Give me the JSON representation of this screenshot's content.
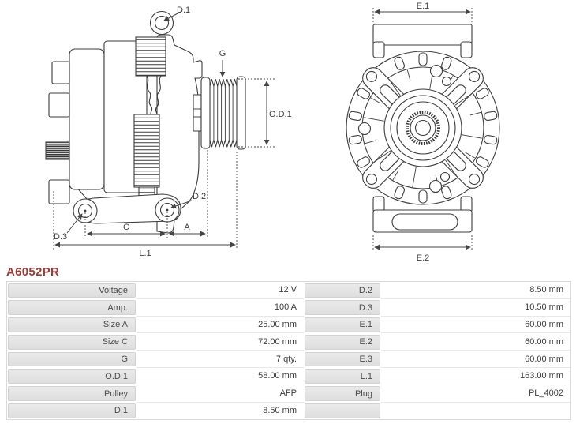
{
  "part_number": "A6052PR",
  "diagram": {
    "side_view_labels": {
      "d1": "D.1",
      "g": "G",
      "od1": "O.D.1",
      "d2": "D.2",
      "d3": "D.3",
      "c": "C",
      "a": "A",
      "l1": "L.1"
    },
    "front_view_labels": {
      "e1": "E.1",
      "e2": "E.2"
    }
  },
  "table": {
    "rows": [
      {
        "l1": "Voltage",
        "v1": "12 V",
        "l2": "D.2",
        "v2": "8.50 mm"
      },
      {
        "l1": "Amp.",
        "v1": "100 A",
        "l2": "D.3",
        "v2": "10.50 mm"
      },
      {
        "l1": "Size A",
        "v1": "25.00 mm",
        "l2": "E.1",
        "v2": "60.00 mm"
      },
      {
        "l1": "Size C",
        "v1": "72.00 mm",
        "l2": "E.2",
        "v2": "60.00 mm"
      },
      {
        "l1": "G",
        "v1": "7 qty.",
        "l2": "E.3",
        "v2": "60.00 mm"
      },
      {
        "l1": "O.D.1",
        "v1": "58.00 mm",
        "l2": "L.1",
        "v2": "163.00 mm"
      },
      {
        "l1": "Pulley",
        "v1": "AFP",
        "l2": "Plug",
        "v2": "PL_4002"
      },
      {
        "l1": "D.1",
        "v1": "8.50 mm",
        "l2": "",
        "v2": ""
      }
    ]
  },
  "colors": {
    "part_number_red": "#9c3a38",
    "drawing_line": "#3b3b3b",
    "table_label_bg": "#e4e4e4",
    "table_border": "#d9d9d9"
  }
}
